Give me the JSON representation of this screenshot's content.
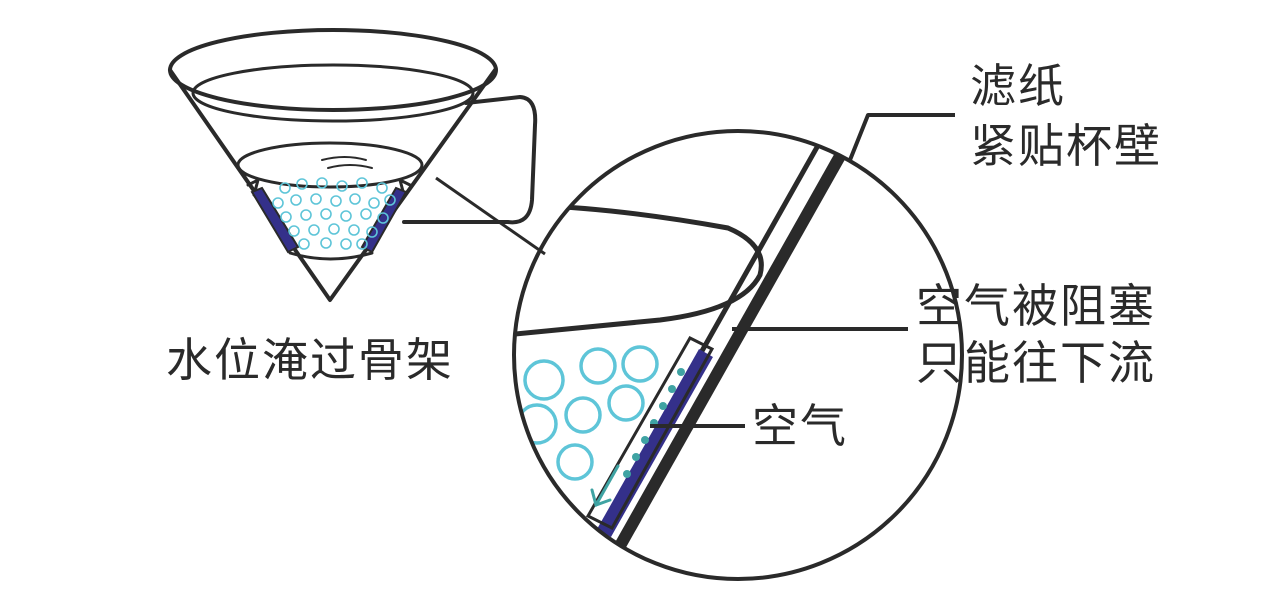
{
  "labels": {
    "water_level": "水位淹过骨架",
    "filter_paper_line1": "滤纸",
    "filter_paper_line2": "紧贴杯壁",
    "air_blocked_line1": "空气被阻塞",
    "air_blocked_line2": "只能往下流",
    "air": "空气"
  },
  "colors": {
    "outline": "#2a2a2a",
    "rib": "#34308a",
    "bubble": "#5ec5d8",
    "dots": "#3fa3a3"
  }
}
